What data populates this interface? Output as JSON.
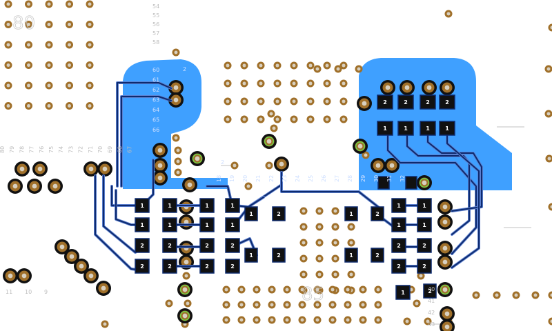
{
  "colors": {
    "copper_fill": "#3fa0ff",
    "trace": "#0d2a6e",
    "pad": "#111111",
    "via_ring": "#a0702a",
    "via_hole": "#d8d0c0",
    "highlight_ring": "#55ff55",
    "text_light": "#ffffff",
    "grid_text": "#bdbdbd"
  },
  "watermarks": {
    "top_left": "80",
    "bottom_center": "85"
  },
  "row_labels_left": [
    "60",
    "61",
    "62",
    "63",
    "64",
    "65",
    "66"
  ],
  "row_labels_top": [
    "54",
    "55",
    "56",
    "57",
    "58"
  ],
  "col_labels_vertical": [
    "80",
    "79",
    "78",
    "77",
    "76",
    "75",
    "74",
    "73",
    "72",
    "71",
    "70",
    "69",
    "68",
    "67"
  ],
  "col_labels_bottom": [
    "18",
    "19",
    "20",
    "21",
    "22",
    "23",
    "24",
    "25",
    "26",
    "27",
    "28",
    "29",
    "30",
    "31",
    "32"
  ],
  "right_labels": [
    "40",
    "41",
    "42",
    "43"
  ],
  "bottom_left_labels": [
    "11",
    "10",
    "9"
  ],
  "pad_labels_top_right_row1": [
    "2",
    "2",
    "2",
    "2"
  ],
  "pad_labels_top_right_row2": [
    "1",
    "1",
    "1",
    "1"
  ],
  "pad_column_labels": [
    "1",
    "1",
    "2",
    "2"
  ],
  "center_pad_labels": [
    "1",
    "2",
    "1",
    "2"
  ],
  "small_pad_labels": [
    "1",
    "2"
  ],
  "corner_labels": [
    "2",
    "2"
  ]
}
